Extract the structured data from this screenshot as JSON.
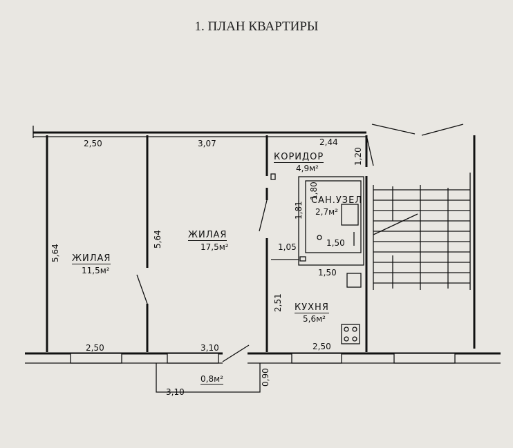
{
  "title": "1.  ПЛАН КВАРТИРЫ",
  "rooms": {
    "living1": {
      "name": "ЖИЛАЯ",
      "area": "11,5м²"
    },
    "living2": {
      "name": "ЖИЛАЯ",
      "area": "17,5м²"
    },
    "corridor": {
      "name": "КОРИДОР",
      "area": "4,9м²"
    },
    "bathroom": {
      "name": "САН.УЗЕЛ",
      "area": "2,7м²"
    },
    "kitchen": {
      "name": "КУХНЯ",
      "area": "5,6м²"
    },
    "balcony": {
      "area": "0,8м²"
    }
  },
  "dimensions": {
    "top_left": "2,50",
    "top_mid": "3,07",
    "top_right": "2,44",
    "left_height": "5,64",
    "mid_height": "5,64",
    "corr_right": "1,20",
    "bath_h_top": "1,80",
    "bath_h_left": "1,81",
    "bath_w": "1,50",
    "door_w": "1,05",
    "kitchen_w": "1,50",
    "kitchen_h": "2,51",
    "bottom_left": "2,50",
    "bottom_mid": "3,10",
    "bottom_right": "2,50",
    "balcony_w": "3,10",
    "balcony_h": "0,90"
  }
}
